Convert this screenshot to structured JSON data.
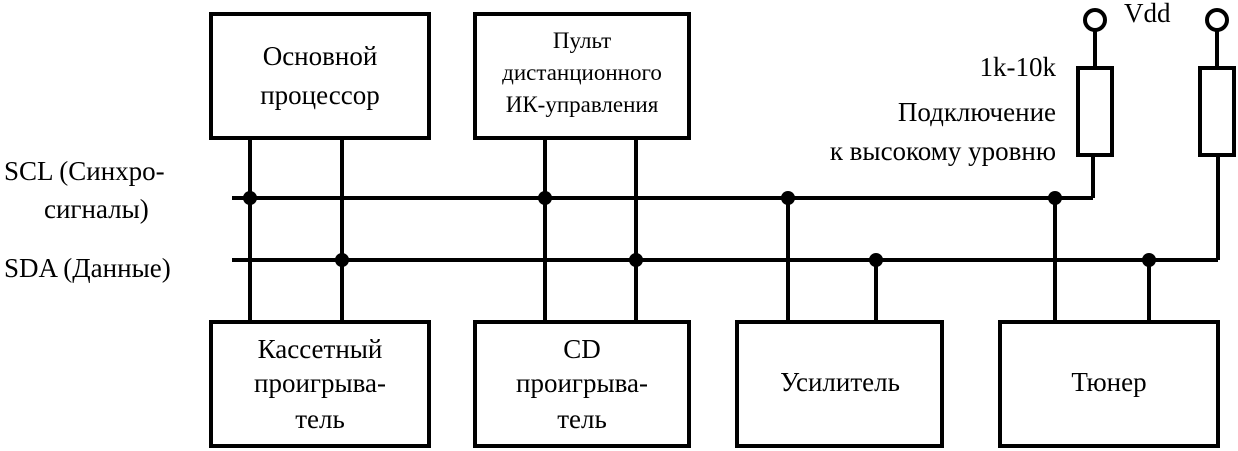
{
  "bus": {
    "scl_label_line1": "SCL (Синхро-",
    "scl_label_line2": "сигналы)",
    "sda_label": "SDA (Данные)"
  },
  "blocks": {
    "main_cpu": {
      "line1": "Основной",
      "line2": "процессор"
    },
    "ir_remote": {
      "line1": "Пульт",
      "line2": "дистанционного",
      "line3": "ИК-управления"
    },
    "cassette": {
      "line1": "Кассетный",
      "line2": "проигрыва-",
      "line3": "тель"
    },
    "cd_player": {
      "line1": "CD",
      "line2": "проигрыва-",
      "line3": "тель"
    },
    "amplifier": {
      "label": "Усилитель"
    },
    "tuner": {
      "label": "Тюнер"
    }
  },
  "pullup": {
    "supply_label": "Vdd",
    "resistor_value": "1k-10k",
    "description_line1": "Подключение",
    "description_line2": "к высокому уровню"
  },
  "colors": {
    "ink": "#000000",
    "background": "#ffffff"
  }
}
